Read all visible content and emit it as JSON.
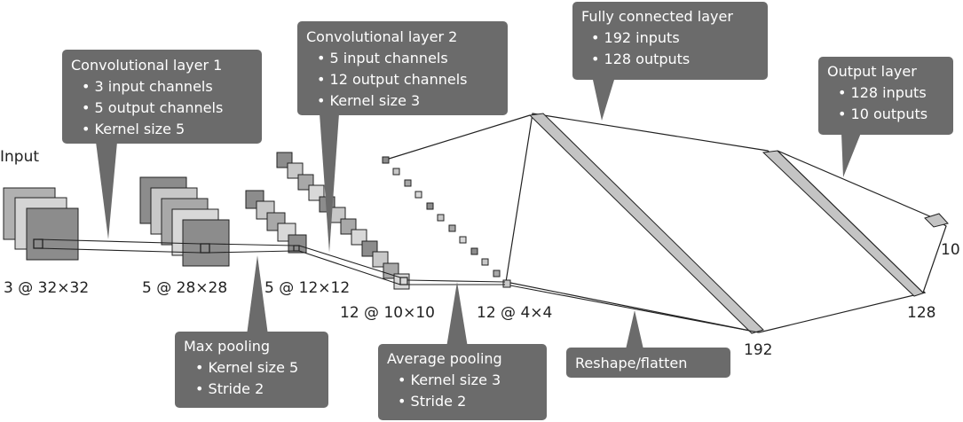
{
  "input_label": "Input",
  "stages": [
    {
      "id": "input",
      "label": "3 @ 32×32",
      "maps": 3
    },
    {
      "id": "conv1",
      "label": "5 @ 28×28",
      "maps": 5
    },
    {
      "id": "pool1",
      "label": "5 @ 12×12",
      "maps": 5
    },
    {
      "id": "conv2",
      "label": "12 @ 10×10",
      "maps": 12
    },
    {
      "id": "pool2",
      "label": "12 @ 4×4",
      "maps": 12
    }
  ],
  "dense_labels": {
    "fc_inputs": "192",
    "fc_outputs": "128",
    "out": "10"
  },
  "callouts": {
    "conv1": {
      "title": "Convolutional layer 1",
      "bullets": [
        "3 input channels",
        "5 output channels",
        "Kernel size 5"
      ]
    },
    "conv2": {
      "title": "Convolutional layer 2",
      "bullets": [
        "5 input channels",
        "12 output channels",
        "Kernel size 3"
      ]
    },
    "fc": {
      "title": "Fully connected layer",
      "bullets": [
        "192 inputs",
        "128 outputs"
      ]
    },
    "out": {
      "title": "Output layer",
      "bullets": [
        "128 inputs",
        "10 outputs"
      ]
    },
    "maxpool": {
      "title": "Max pooling",
      "bullets": [
        "Kernel size 5",
        "Stride 2"
      ]
    },
    "avgpool": {
      "title": "Average pooling",
      "bullets": [
        "Kernel size 3",
        "Stride 2"
      ]
    },
    "reshape": {
      "title": "Reshape/flatten",
      "bullets": []
    }
  },
  "colors": {
    "callout_fill": "#6b6b6b",
    "callout_text": "#ffffff",
    "map_dark": "#8c8c8c",
    "map_mid": "#a8a8a8",
    "map_light": "#c8c8c8",
    "line": "#222222",
    "band": "#c4c4c4"
  }
}
